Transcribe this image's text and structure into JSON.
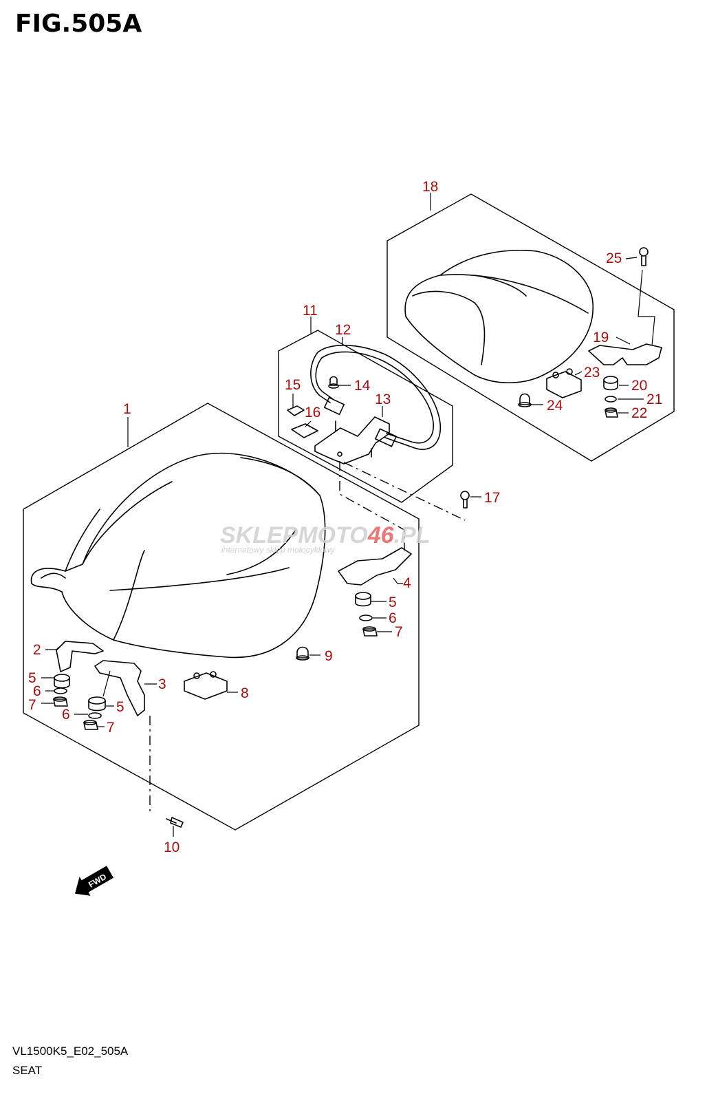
{
  "figure": {
    "title": "FIG.505A",
    "model_code": "VL1500K5_E02_505A",
    "caption": "SEAT"
  },
  "watermark": {
    "brand_part1": "SKLEPMOTO",
    "brand_part2": "46",
    "brand_part3": ".PL",
    "tagline": "internetowy sklep motocyklowy"
  },
  "fwd_arrow": {
    "label": "FWD"
  },
  "callouts": {
    "c1": "1",
    "c2": "2",
    "c3": "3",
    "c4": "4",
    "c5a": "5",
    "c5b": "5",
    "c5c": "5",
    "c6a": "6",
    "c6b": "6",
    "c6c": "6",
    "c7a": "7",
    "c7b": "7",
    "c7c": "7",
    "c8": "8",
    "c9": "9",
    "c10": "10",
    "c11": "11",
    "c12": "12",
    "c13": "13",
    "c14": "14",
    "c15": "15",
    "c16": "16",
    "c17": "17",
    "c18": "18",
    "c19": "19",
    "c20": "20",
    "c21": "21",
    "c22": "22",
    "c23": "23",
    "c24": "24",
    "c25": "25"
  },
  "colors": {
    "callout": "#a01010",
    "watermark_gray": "#cccccc",
    "watermark_red": "#e04040"
  }
}
